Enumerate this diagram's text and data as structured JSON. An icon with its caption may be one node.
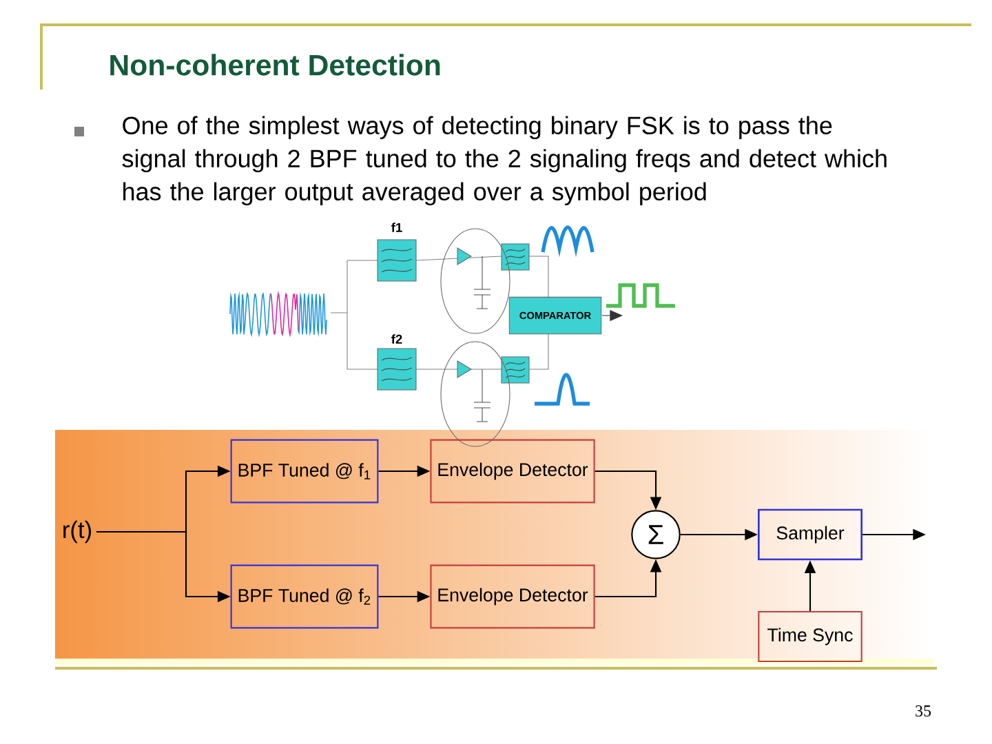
{
  "diagram": {
    "title": "Non-coherent Detection",
    "nodes": [
      {
        "text": [
          "r(t)"
        ]
      },
      {
        "text": [
          "BPF Tuned @ f$_{1}$"
        ]
      },
      {
        "text": [
          "BPF Tuned @ f$_{2}$"
        ]
      },
      {
        "text": [
          "Envelope Detector"
        ]
      },
      {
        "text": [
          "Envelope Detector"
        ]
      },
      {
        "text": [
          "Σ"
        ]
      },
      {
        "text": [
          "Sampler"
        ]
      },
      {
        "text": [
          "Time Sync"
        ]
      },
      {
        "text": [
          "COMPARATOR"
        ]
      }
    ],
    "edges": [
      {
        "from": 0,
        "to": 1,
        "arrow": "to"
      },
      {
        "from": 0,
        "to": 2,
        "arrow": "to"
      },
      {
        "from": 1,
        "to": 3,
        "arrow": "to"
      },
      {
        "from": 2,
        "to": 4,
        "arrow": "to"
      },
      {
        "from": 3,
        "to": 5,
        "arrow": "to"
      },
      {
        "from": 4,
        "to": 5,
        "arrow": "to"
      },
      {
        "from": 5,
        "to": 6,
        "arrow": "to"
      },
      {
        "from": 6,
        "to": null,
        "arrow": "to"
      },
      {
        "from": 7,
        "to": 6,
        "arrow": "to"
      }
    ],
    "labels": [
      "One of the simplest ways of detecting binary FSK is to pass the signal through 2 BPF tuned to the 2 signaling freqs and detect which has the larger output averaged over a symbol period",
      "f1",
      "f2",
      "35"
    ]
  }
}
